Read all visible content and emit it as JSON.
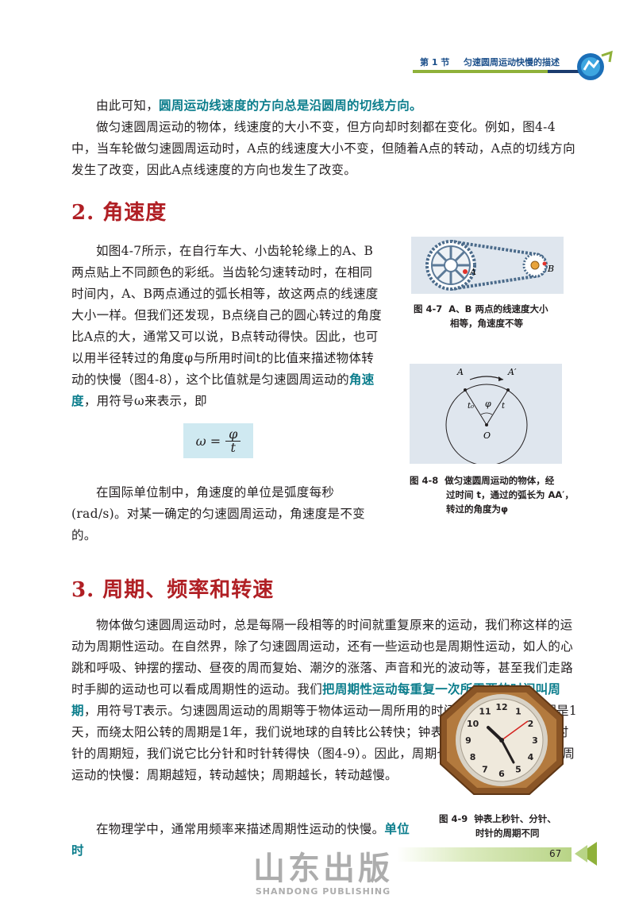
{
  "header": {
    "section_label": "第 1 节",
    "section_title": "匀速圆周运动快慢的描述"
  },
  "p1": {
    "prefix": "由此可知，",
    "highlight": "圆周运动线速度的方向总是沿圆周的切线方向。"
  },
  "p2": {
    "text": "做匀速圆周运动的物体，线速度的大小不变，但方向却时刻都在变化。例如，图4-4中，当车轮做匀速圆周运动时，A点的线速度大小不变，但随着A点的转动，A点的切线方向发生了改变，因此A点线速度的方向也发生了改变。"
  },
  "section2": {
    "title": "2. 角速度"
  },
  "p3": {
    "text1": "如图4-7所示，在自行车大、小齿轮轮缘上的A、B两点贴上不同颜色的彩纸。当齿轮匀速转动时，在相同时间内，A、B两点通过的弧长相等，故这两点的线速度大小一样。但我们还发现，B点绕自己的圆心转过的角度比A点的大，通常又可以说，B点转动得快。因此，也可以用半径转过的角度φ与所用时间t的比值来描述物体转动的快慢（图4-8），这个比值就是匀速圆周运动的",
    "highlight": "角速度",
    "text2": "，用符号ω来表示，即"
  },
  "formula": {
    "lhs": "ω =",
    "num": "φ",
    "den": "t"
  },
  "p4": {
    "text": "在国际单位制中，角速度的单位是弧度每秒(rad/s)。对某一确定的匀速圆周运动，角速度是不变的。"
  },
  "fig47": {
    "label_a": "A",
    "label_b": "B",
    "caption_num": "图 4-7",
    "caption_line1": "A、B 两点的线速度大小",
    "caption_line2": "相等，角速度不等"
  },
  "fig48": {
    "label_a": "A",
    "label_a2": "A′",
    "label_o": "O",
    "label_t0": "t₀",
    "label_t": "t",
    "label_phi": "φ",
    "caption_num": "图 4-8",
    "caption_line1": "做匀速圆周运动的物体，经",
    "caption_line2": "过时间 t，通过的弧长为 AA′，",
    "caption_line3": "转过的角度为φ"
  },
  "section3": {
    "title": "3. 周期、频率和转速"
  },
  "p5": {
    "text1": "物体做匀速圆周运动时，总是每隔一段相等的时间就重复原来的运动，我们称这样的运动为周期性运动。在自然界，除了匀速圆周运动，还有一些运动也是周期性运动，如人的心跳和呼吸、钟摆的摆动、昼夜的周而复始、潮汐的涨落、声音和光的波动等，甚至我们走路时手脚的运动也可以看成周期性的运动。我们",
    "highlight": "把周期性运动每重复一次所需要的时间叫周期",
    "text2": "，用符号T表示。匀速圆周运动的周期等于物体运动一周所用的时间。地球自转的周期是1天，而绕太阳公转的周期是1年，我们说地球的自转比公转快；钟表秒针的周期比分针和时针的周期短，我们说它比分针和时针转得快（图4-9）。因此，周期也可以用来描述匀速圆周运动的快慢：周期越短，转动越快；周期越长，转动越慢。"
  },
  "p6": {
    "text": "在物理学中，通常用频率来描述周期性运动的快慢。",
    "highlight": "单位时"
  },
  "fig49": {
    "numerals": [
      "12",
      "1",
      "2",
      "3",
      "4",
      "5",
      "6",
      "7",
      "8",
      "9",
      "10",
      "11"
    ],
    "caption_num": "图 4-9",
    "caption_line1": "钟表上秒针、分针、",
    "caption_line2": "时针的周期不同"
  },
  "footer": {
    "page_number": "67",
    "watermark_cn": "山东出版",
    "watermark_en": "SHANDONG PUBLISHING"
  },
  "colors": {
    "heading": "#b01f24",
    "highlight": "#0b7d8c",
    "header_bar": "#8fb13a",
    "formula_bg": "#cfe9f1"
  }
}
